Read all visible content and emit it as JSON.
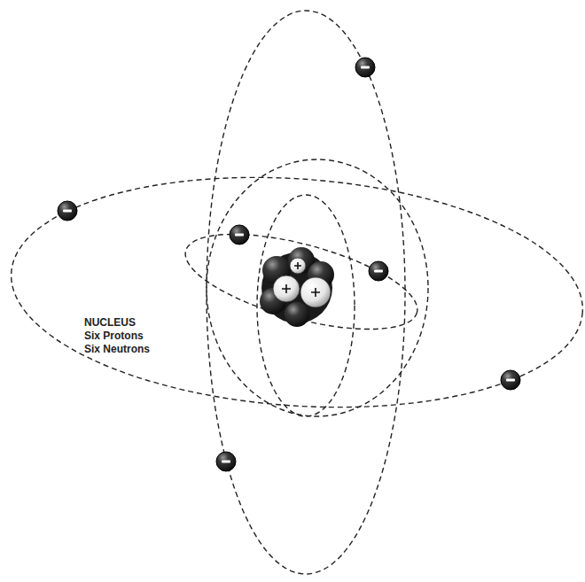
{
  "diagram": {
    "labels": [
      "NUCLEUS",
      "Six Protons",
      "Six Neutrons"
    ]
  }
}
